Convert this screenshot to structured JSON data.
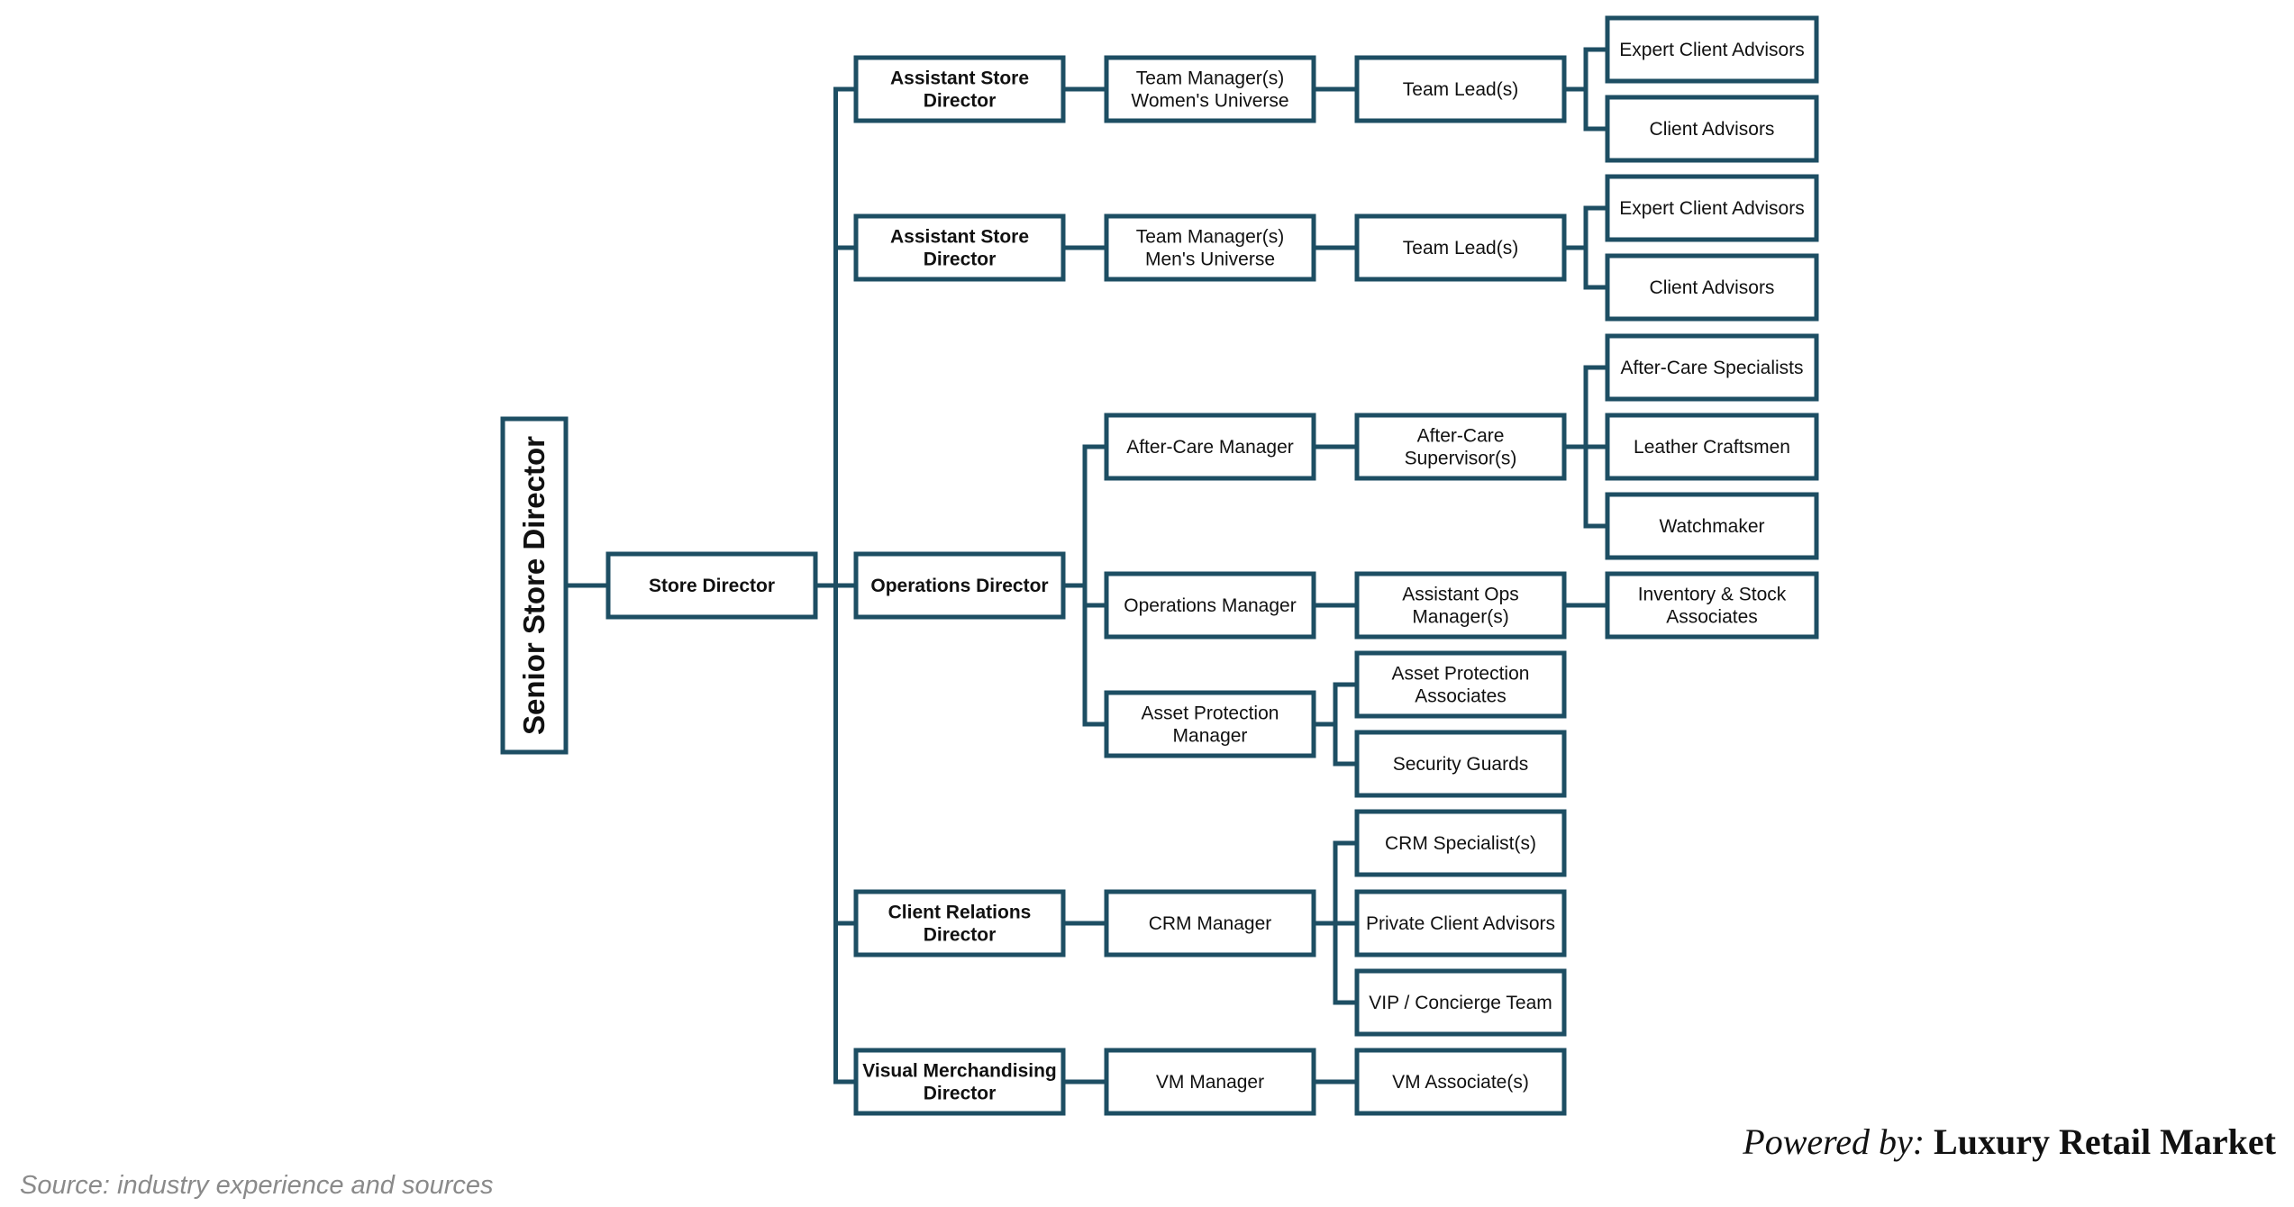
{
  "nodes": [
    {
      "id": "senior",
      "text": "Senior Store Director"
    },
    {
      "id": "store",
      "text": "Store Director"
    },
    {
      "id": "asd1",
      "text": "Assistant Store\nDirector"
    },
    {
      "id": "asd2",
      "text": "Assistant Store\nDirector"
    },
    {
      "id": "ops",
      "text": "Operations Director"
    },
    {
      "id": "crd",
      "text": "Client Relations\nDirector"
    },
    {
      "id": "vmd",
      "text": "Visual Merchandising\nDirector"
    },
    {
      "id": "tmw",
      "text": "Team Manager(s)\nWomen's Universe"
    },
    {
      "id": "tmm",
      "text": "Team Manager(s)\nMen's Universe"
    },
    {
      "id": "acm",
      "text": "After-Care Manager"
    },
    {
      "id": "opm",
      "text": "Operations Manager"
    },
    {
      "id": "apm",
      "text": "Asset Protection\nManager"
    },
    {
      "id": "crmm",
      "text": "CRM Manager"
    },
    {
      "id": "vmm",
      "text": "VM Manager"
    },
    {
      "id": "tl1",
      "text": "Team Lead(s)"
    },
    {
      "id": "tl2",
      "text": "Team Lead(s)"
    },
    {
      "id": "acs",
      "text": "After-Care\nSupervisor(s)"
    },
    {
      "id": "aom",
      "text": "Assistant Ops\nManager(s)"
    },
    {
      "id": "apa",
      "text": "Asset Protection\nAssociates"
    },
    {
      "id": "sg",
      "text": "Security Guards"
    },
    {
      "id": "crms",
      "text": "CRM Specialist(s)"
    },
    {
      "id": "pca",
      "text": "Private Client Advisors"
    },
    {
      "id": "vip",
      "text": "VIP / Concierge Team"
    },
    {
      "id": "vma",
      "text": "VM Associate(s)"
    },
    {
      "id": "eca1",
      "text": "Expert Client Advisors"
    },
    {
      "id": "ca1",
      "text": "Client Advisors"
    },
    {
      "id": "eca2",
      "text": "Expert Client Advisors"
    },
    {
      "id": "ca2",
      "text": "Client Advisors"
    },
    {
      "id": "acsp",
      "text": "After-Care Specialists"
    },
    {
      "id": "lc",
      "text": "Leather Craftsmen"
    },
    {
      "id": "wm",
      "text": "Watchmaker"
    },
    {
      "id": "isa",
      "text": "Inventory & Stock\nAssociates"
    }
  ],
  "edges": [
    [
      "senior",
      "store"
    ],
    [
      "store",
      "asd1"
    ],
    [
      "store",
      "asd2"
    ],
    [
      "store",
      "ops"
    ],
    [
      "store",
      "crd"
    ],
    [
      "store",
      "vmd"
    ],
    [
      "asd1",
      "tmw"
    ],
    [
      "tmw",
      "tl1"
    ],
    [
      "tl1",
      "eca1"
    ],
    [
      "tl1",
      "ca1"
    ],
    [
      "asd2",
      "tmm"
    ],
    [
      "tmm",
      "tl2"
    ],
    [
      "tl2",
      "eca2"
    ],
    [
      "tl2",
      "ca2"
    ],
    [
      "ops",
      "acm"
    ],
    [
      "ops",
      "opm"
    ],
    [
      "ops",
      "apm"
    ],
    [
      "acm",
      "acs"
    ],
    [
      "acs",
      "acsp"
    ],
    [
      "acs",
      "lc"
    ],
    [
      "acs",
      "wm"
    ],
    [
      "opm",
      "aom"
    ],
    [
      "aom",
      "isa"
    ],
    [
      "apm",
      "apa"
    ],
    [
      "apm",
      "sg"
    ],
    [
      "crd",
      "crmm"
    ],
    [
      "crmm",
      "crms"
    ],
    [
      "crmm",
      "pca"
    ],
    [
      "crmm",
      "vip"
    ],
    [
      "vmd",
      "vmm"
    ],
    [
      "vmm",
      "vma"
    ]
  ],
  "footer": {
    "source": "Source: industry experience and sources",
    "powered_by": "Powered by:",
    "brand": "Luxury Retail Market"
  },
  "colors": {
    "line": "#1d4e63",
    "box_fill": "#ffffff",
    "text": "#111111",
    "source_text": "#8a8a8a"
  }
}
